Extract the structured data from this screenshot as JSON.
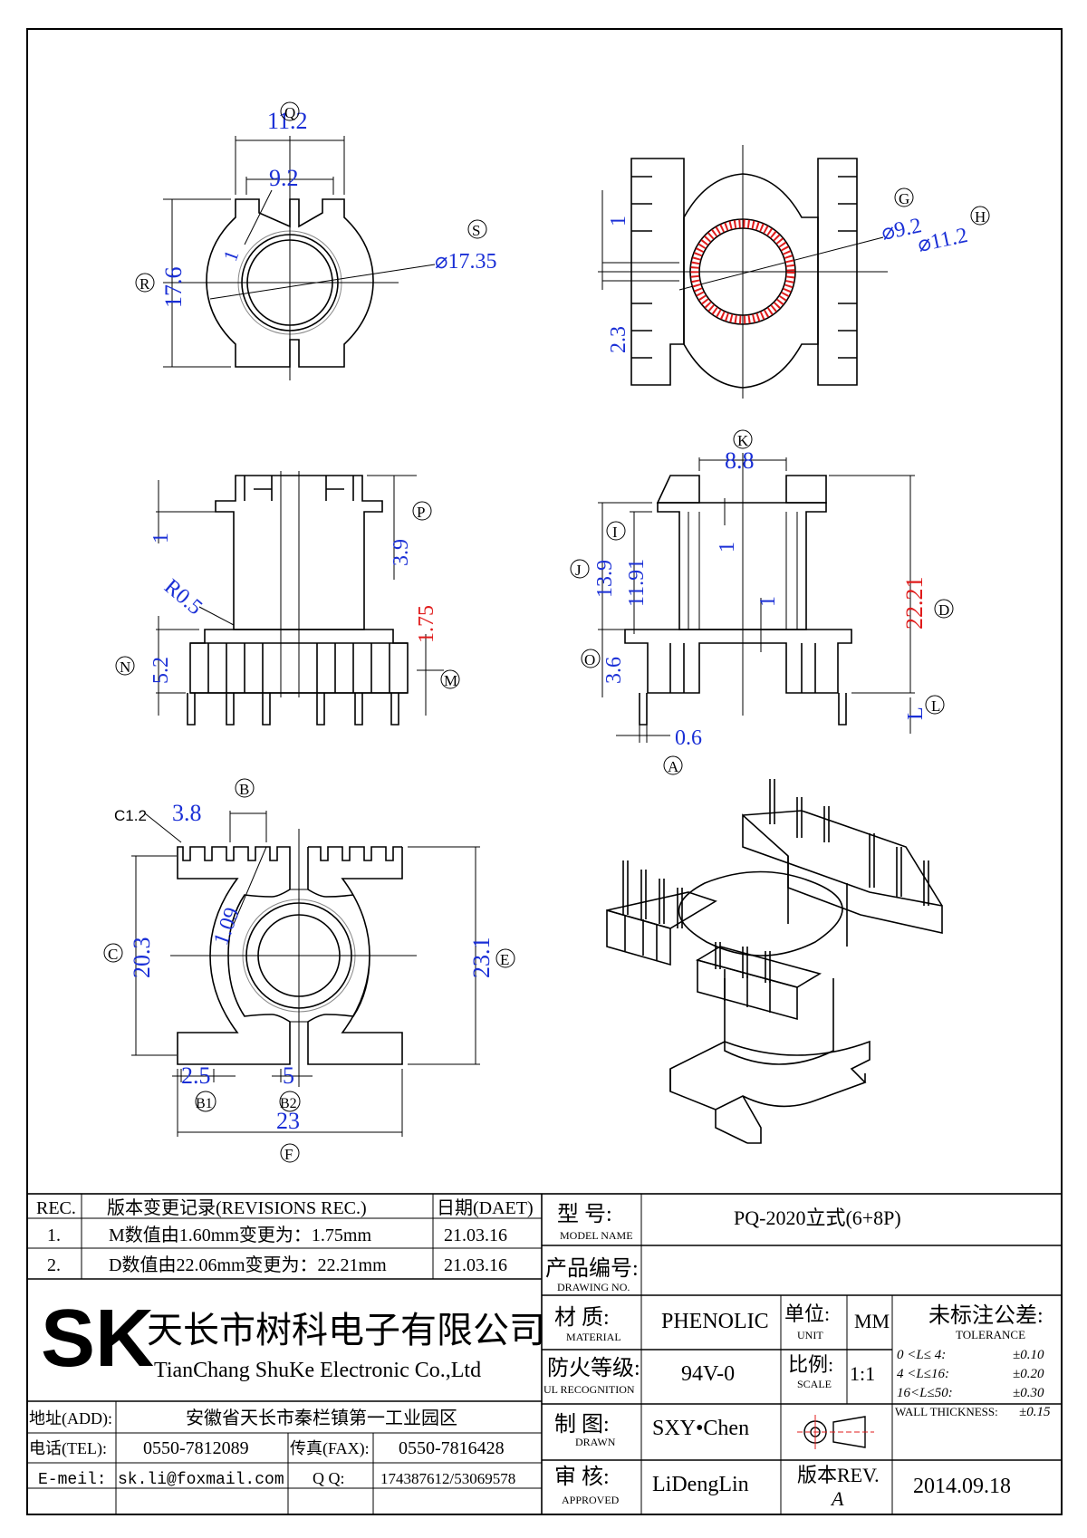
{
  "drawing": {
    "view_front": {
      "balloons": {
        "q": "Q",
        "r": "R",
        "s": "S"
      },
      "dims": {
        "width_outer": "11.2",
        "width_inner": "9.2",
        "height": "17.6",
        "diameter": "⌀17.35",
        "wall": "1"
      }
    },
    "view_top_right": {
      "balloons": {
        "g": "G",
        "h": "H"
      },
      "dims": {
        "dia_inner": "⌀9.2",
        "dia_outer": "⌀11.2",
        "slot": "1",
        "offset": "2.3"
      }
    },
    "view_side_left": {
      "balloons": {
        "p": "P",
        "n": "N",
        "m": "M"
      },
      "dims": {
        "flange": "1",
        "top": "3.9",
        "radius": "R0.5",
        "m_value": "1.75",
        "base": "5.2"
      }
    },
    "view_side_right": {
      "balloons": {
        "k": "K",
        "i": "I",
        "j": "J",
        "o": "O",
        "d": "D",
        "l": "L",
        "a": "A"
      },
      "dims": {
        "width": "8.8",
        "wall1": "1",
        "wall2": "1",
        "h1": "13.9",
        "h2": "11.91",
        "base": "3.6",
        "height": "22.21",
        "pin": "0.6",
        "l_label": "L"
      }
    },
    "view_bottom": {
      "balloons": {
        "b": "B",
        "c": "C",
        "e": "E",
        "f": "F",
        "b1": "B1",
        "b2": "B2"
      },
      "dims": {
        "chamfer": "C1.2",
        "pitch_b": "3.8",
        "wall": "1.09",
        "height_c": "20.3",
        "height_e": "23.1",
        "pitch_b1": "2.5",
        "pitch_b2": "5",
        "width": "23"
      }
    }
  },
  "title_block": {
    "revisions": {
      "headers": {
        "rec": "REC.",
        "change": "版本变更记录(REVISIONS REC.)",
        "date": "日期(DAET)"
      },
      "rows": [
        {
          "no": "1.",
          "text": "M数值由1.60mm变更为：1.75mm",
          "date": "21.03.16"
        },
        {
          "no": "2.",
          "text": "D数值由22.06mm变更为：22.21mm",
          "date": "21.03.16"
        }
      ]
    },
    "company": {
      "logo": "SK",
      "name_cn": "天长市树科电子有限公司",
      "name_en": "TianChang ShuKe Electronic Co.,Ltd"
    },
    "contact": {
      "addr_label": "地址(ADD):",
      "addr": "安徽省天长市秦栏镇第一工业园区",
      "tel_label": "电话(TEL):",
      "tel": "0550-7812089",
      "fax_label": "传真(FAX):",
      "fax": "0550-7816428",
      "email_label": "E-meil:",
      "email": "sk.li@foxmail.com",
      "qq_label": "Q Q:",
      "qq": "174387612/53069578"
    },
    "model": {
      "label_cn": "型  号:",
      "label_en": "MODEL NAME",
      "value": "PQ-2020立式(6+8P)"
    },
    "drawing_no": {
      "label_cn": "产品编号:",
      "label_en": "DRAWING NO.",
      "value": ""
    },
    "material": {
      "label_cn": "材  质:",
      "label_en": "MATERIAL",
      "value": "PHENOLIC"
    },
    "unit": {
      "label_cn": "单位:",
      "label_en": "UNIT",
      "value": "MM"
    },
    "ul": {
      "label_cn": "防火等级:",
      "label_en": "UL RECOGNITION",
      "value": "94V-0"
    },
    "scale": {
      "label_cn": "比例:",
      "label_en": "SCALE",
      "value": "1:1"
    },
    "drawn": {
      "label_cn": "制  图:",
      "label_en": "DRAWN",
      "value": "SXY•Chen"
    },
    "approved": {
      "label_cn": "审  核:",
      "label_en": "APPROVED",
      "value": "LiDengLin"
    },
    "rev": {
      "label": "版本REV.",
      "value": "A"
    },
    "date": "2014.09.18",
    "tolerance": {
      "title": "未标注公差:",
      "title_en": "TOLERANCE",
      "rows": [
        {
          "range": "0 <L≤ 4:",
          "tol": "±0.10"
        },
        {
          "range": "4 <L≤16:",
          "tol": "±0.20"
        },
        {
          "range": "16<L≤50:",
          "tol": "±0.30"
        },
        {
          "range": "WALL THICKNESS:",
          "tol": "±0.15"
        }
      ]
    }
  }
}
